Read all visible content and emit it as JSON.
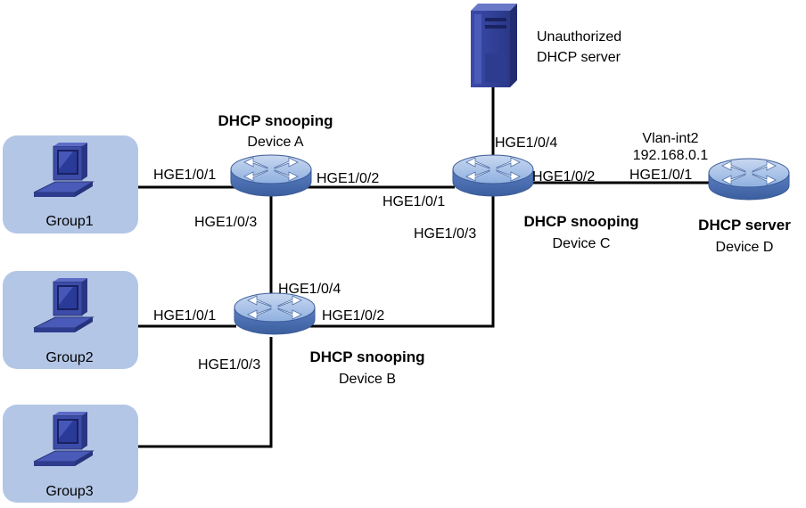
{
  "groups": [
    {
      "label": "Group1"
    },
    {
      "label": "Group2"
    },
    {
      "label": "Group3"
    }
  ],
  "devices": {
    "a": {
      "role": "DHCP snooping",
      "name": "Device A",
      "ports": [
        "HGE1/0/1",
        "HGE1/0/2",
        "HGE1/0/3"
      ]
    },
    "b": {
      "role": "DHCP snooping",
      "name": "Device B",
      "ports": [
        "HGE1/0/4",
        "HGE1/0/1",
        "HGE1/0/2",
        "HGE1/0/3"
      ]
    },
    "c": {
      "role": "DHCP snooping",
      "name": "Device C",
      "ports": [
        "HGE1/0/4",
        "HGE1/0/1",
        "HGE1/0/2",
        "HGE1/0/3"
      ]
    },
    "d": {
      "role": "DHCP server",
      "name": "Device D",
      "interface": "Vlan-int2",
      "ip": "192.168.0.1",
      "port": "HGE1/0/1"
    }
  },
  "rogue_server": {
    "line1": "Unauthorized",
    "line2": "DHCP server"
  },
  "colors": {
    "group_fill": "#b3c6e6",
    "switch_body": "#5b82c4",
    "server_body": "#3a4aa8",
    "link": "#000000"
  }
}
